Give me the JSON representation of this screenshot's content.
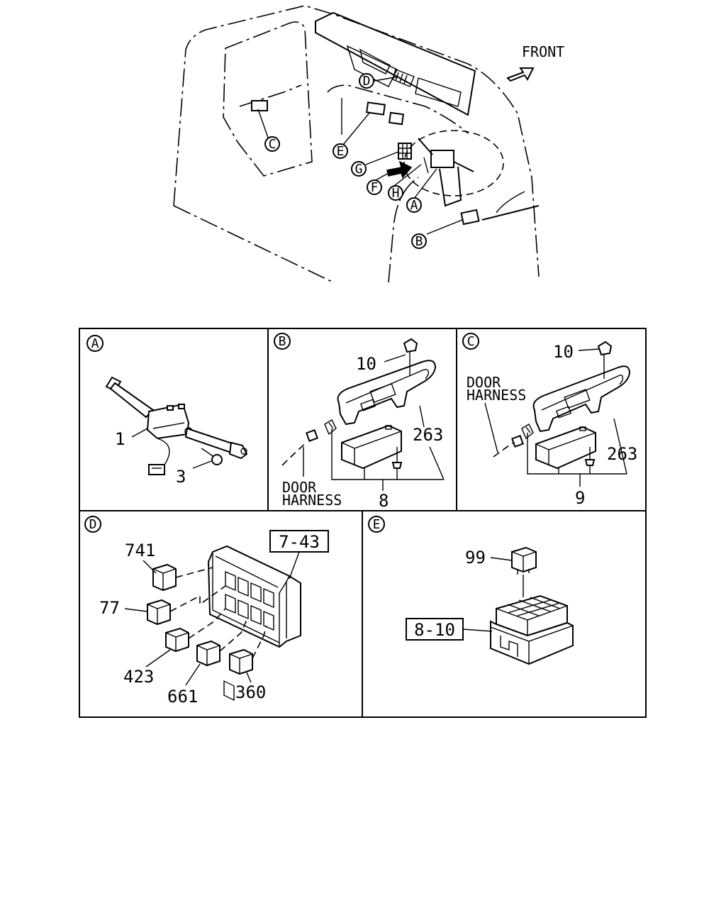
{
  "overview": {
    "front_label": "FRONT",
    "callouts": [
      "A",
      "B",
      "C",
      "D",
      "E",
      "F",
      "G",
      "H"
    ]
  },
  "panels": {
    "A": {
      "letter": "A",
      "parts": [
        "1",
        "3"
      ]
    },
    "B": {
      "letter": "B",
      "parts": [
        "10",
        "263",
        "8"
      ],
      "note_line1": "DOOR",
      "note_line2": "HARNESS"
    },
    "C": {
      "letter": "C",
      "parts": [
        "10",
        "263",
        "9"
      ],
      "note_line1": "DOOR",
      "note_line2": "HARNESS"
    },
    "D": {
      "letter": "D",
      "parts": [
        "741",
        "77",
        "423",
        "661",
        "360"
      ],
      "ref_box": "7-43"
    },
    "E": {
      "letter": "E",
      "parts": [
        "99"
      ],
      "ref_box": "8-10"
    }
  }
}
